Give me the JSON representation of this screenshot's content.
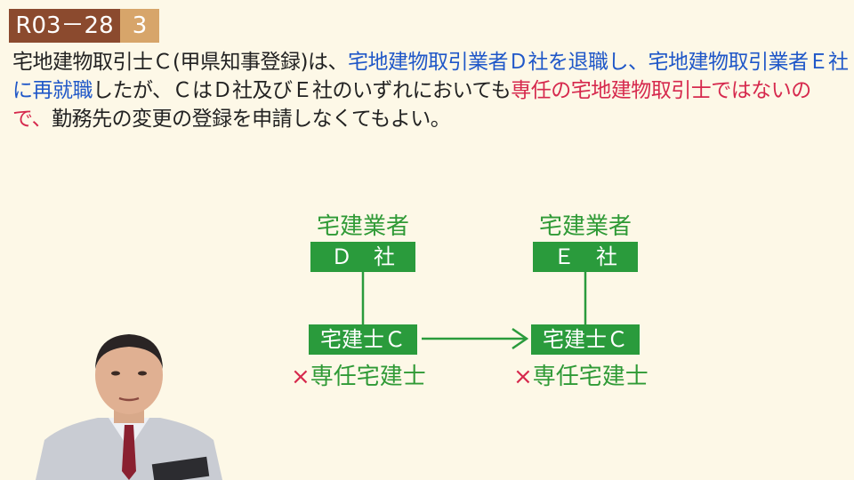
{
  "header": {
    "code": "R03－28",
    "number": "3"
  },
  "question": {
    "seg1": "宅地建物取引士Ｃ(甲県知事登録)は、",
    "seg2": "宅地建物取引業者Ｄ社を退職し、宅地建物取引業者Ｅ社に再就職",
    "seg3": "したが、ＣはＤ社及びＥ社のいずれにおいても",
    "seg4": "専任の宅地建物取引士ではないので、",
    "seg5": "勤務先の変更の登録を申請しなくてもよい。"
  },
  "diagram": {
    "left": {
      "label": "宅建業者",
      "company": "Ｄ　社",
      "person": "宅建士Ｃ",
      "role_mark": "×",
      "role": "専任宅建士"
    },
    "right": {
      "label": "宅建業者",
      "company": "Ｅ　社",
      "person": "宅建士Ｃ",
      "role_mark": "×",
      "role": "専任宅建士"
    }
  },
  "colors": {
    "green": "#2a9b3c",
    "blue": "#1f57c8",
    "red": "#d6294d",
    "header_brown": "#8b4a2e",
    "header_tan": "#d7a56a"
  }
}
